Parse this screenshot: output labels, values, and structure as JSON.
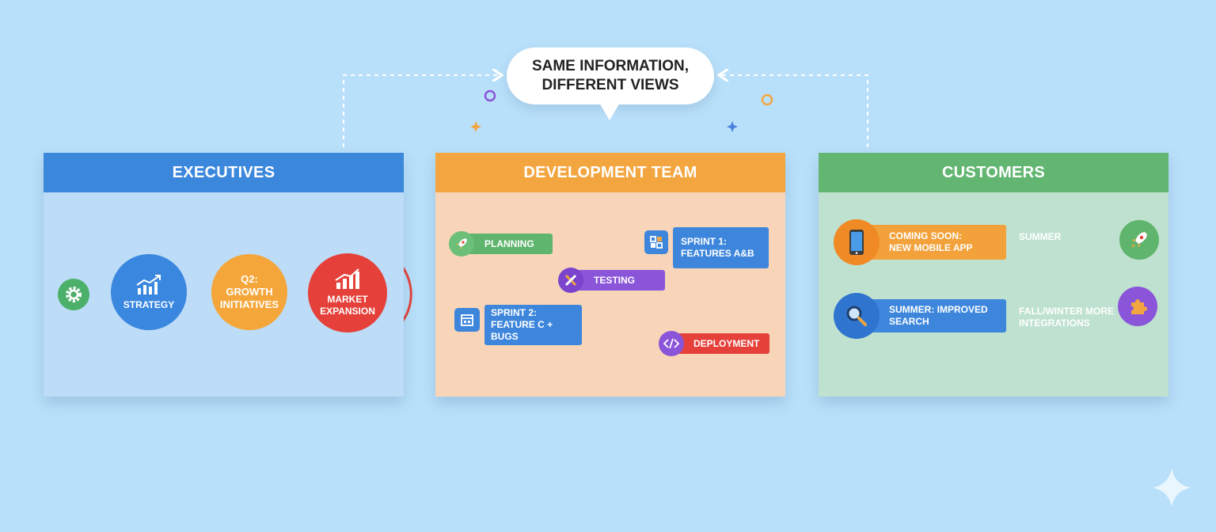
{
  "callout": {
    "text": "SAME INFORMATION,\nDIFFERENT VIEWS"
  },
  "colors": {
    "background": "#b9e0fa",
    "blue": "#3b87dc",
    "orange": "#f3a640",
    "green": "#62b672",
    "red": "#e5413a",
    "purple": "#8a55d8"
  },
  "panels": {
    "executives": {
      "title": "EXECUTIVES",
      "start_icon": "gear-icon",
      "steps": [
        {
          "label": "STRATEGY",
          "icon": "bar-chart-trend-icon"
        },
        {
          "label": "Q2:\nGROWTH\nINITIATIVES"
        },
        {
          "label": "MARKET\nEXPANSION",
          "icon": "bar-chart-growth-icon"
        }
      ]
    },
    "development": {
      "title": "DEVELOPMENT TEAM",
      "nodes": {
        "planning": {
          "label": "PLANNING",
          "icon": "rocket-icon"
        },
        "sprint1": {
          "label": "SPRINT 1:\nFEATURES A&B",
          "icon": "board-icon"
        },
        "testing": {
          "label": "TESTING",
          "icon": "tools-icon"
        },
        "sprint2": {
          "label": "SPRINT 2:\nFEATURE C + BUGS",
          "icon": "calendar-icon"
        },
        "deployment": {
          "label": "DEPLOYMENT",
          "icon": "code-icon"
        }
      }
    },
    "customers": {
      "title": "CUSTOMERS",
      "items": {
        "mobile": {
          "label": "COMING SOON:\nNEW MOBILE APP",
          "icon": "smartphone-icon"
        },
        "search": {
          "label": "SUMMER: IMPROVED\nSEARCH",
          "icon": "magnifier-icon"
        },
        "summer": {
          "label": "SUMMER",
          "icon": "rocket-icon"
        },
        "integrations": {
          "label": "FALL/WINTER MORE\nINTEGRATIONS",
          "icon": "puzzle-icon"
        }
      }
    }
  }
}
